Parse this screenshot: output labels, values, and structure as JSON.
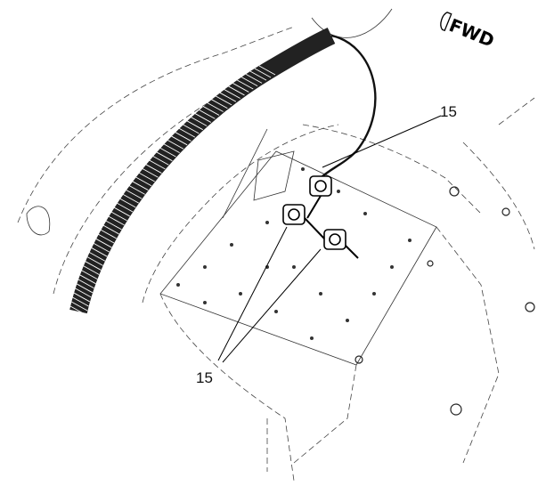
{
  "figure": {
    "direction_label": "FWD",
    "callouts": [
      {
        "label": "15"
      },
      {
        "label": "15"
      }
    ]
  },
  "colors": {
    "ink": "#000000",
    "background": "#ffffff"
  }
}
